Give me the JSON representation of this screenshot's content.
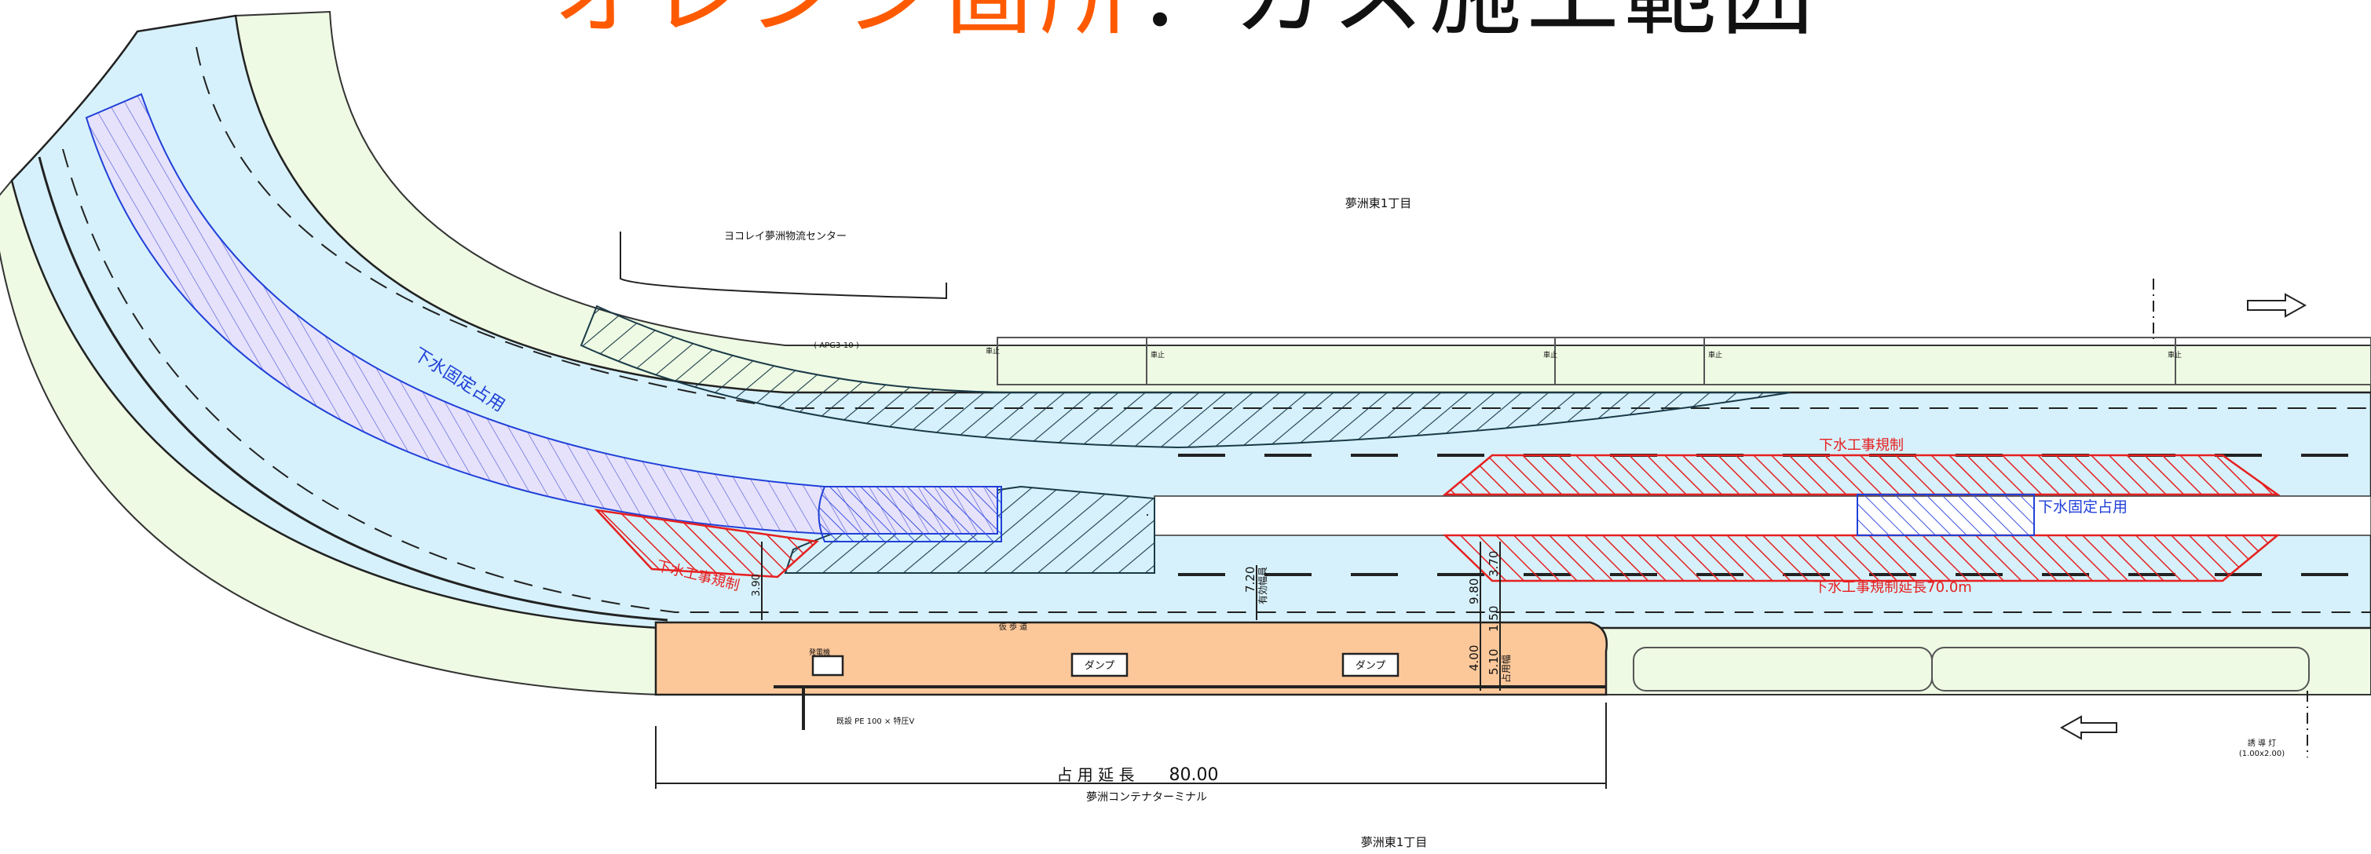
{
  "title": {
    "highlight": "オレンジ箇所",
    "rest": "：ガス施工範囲"
  },
  "colors": {
    "title_orange": "#ff5a00",
    "road": "#d6f1fb",
    "sidewalk": "#eefae3",
    "gas_area": "#fcc89a",
    "regulation_red": "#e62020",
    "occupancy_blue": "#2040d8"
  },
  "place_labels": {
    "area_north": "夢洲東1丁目",
    "area_south": "夢洲東1丁目",
    "facility_left": "ヨコレイ夢洲物流センター",
    "terminal": "夢洲コンテナターミナル",
    "temp_walkway": "仮 歩 道"
  },
  "regulation_labels": {
    "sewer_fixed_left": "下水固定占用",
    "sewer_fixed_right": "下水固定占用",
    "sewer_work_left": "下水工事規制",
    "sewer_work_top": "下水工事規制",
    "sewer_work_extension": "下水工事規制延長70.0m"
  },
  "dimensions": {
    "occupancy_length_label": "占 用 延 長",
    "occupancy_length_value": "80.00",
    "width_720": "7.20",
    "width_980": "9.80",
    "width_400": "4.00",
    "width_510": "5.10",
    "width_150": "1.50",
    "width_370": "3.70",
    "width_390": "3.90",
    "effective_width": "有効幅員",
    "occupied_width": "占用幅"
  },
  "vehicles": {
    "dump_1": "ダンプ",
    "dump_2": "ダンプ",
    "generator": "発電機"
  },
  "notes": {
    "pipe_spec": "既設 PE 100 × 特圧V",
    "detour_sign": "誘 導 灯",
    "detour_sign_size": "(1.00x2.00)",
    "lot_id": "( APG3-10 )",
    "stop_mark": "車止"
  }
}
